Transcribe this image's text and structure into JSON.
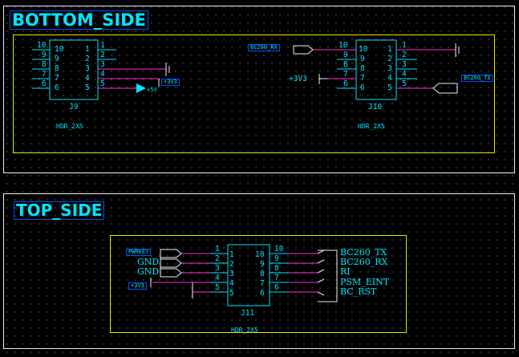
{
  "sheets": {
    "bottom": {
      "title": "BOTTOM_SIDE"
    },
    "top": {
      "title": "TOP_SIDE"
    }
  },
  "components": {
    "j9": {
      "ref": "J9",
      "value": "HDR_2X5",
      "left_pins": [
        "10",
        "9",
        "8",
        "7",
        "6"
      ],
      "right_pins": [
        "1",
        "2",
        "3",
        "4",
        "5"
      ],
      "inner_left": [
        "10",
        "9",
        "8",
        "7",
        "6"
      ],
      "inner_right": [
        "1",
        "2",
        "3",
        "4",
        "5"
      ]
    },
    "j10": {
      "ref": "J10",
      "value": "HDR_2X5",
      "left_pins": [
        "10",
        "9",
        "8",
        "7",
        "6"
      ],
      "right_pins": [
        "1",
        "2",
        "3",
        "4",
        "5"
      ],
      "inner_left": [
        "10",
        "9",
        "8",
        "7",
        "6"
      ],
      "inner_right": [
        "1",
        "2",
        "3",
        "4",
        "5"
      ]
    },
    "j11": {
      "ref": "J11",
      "value": "HDR_2X5",
      "left_pins": [
        "1",
        "2",
        "3",
        "4",
        "5"
      ],
      "right_pins": [
        "10",
        "9",
        "8",
        "7",
        "6"
      ],
      "inner_left": [
        "1",
        "2",
        "3",
        "4",
        "5"
      ],
      "inner_right": [
        "10",
        "9",
        "8",
        "7",
        "6"
      ]
    }
  },
  "power": {
    "j9_3v3": "+3V3",
    "j9_5v": "+5V",
    "j10_3v3": "+3V3",
    "j11_3v3": "+3V3"
  },
  "net_labels": {
    "bc260_rx_port": "BC260_RX",
    "bc260_tx_port": "BC260_TX",
    "pwrkey": "PWRKEY",
    "gnd1": "GND",
    "gnd2": "GND",
    "j11_right": [
      "BC260_TX",
      "BC260_RX",
      "RI",
      "PSM_EINT",
      "BC_RST"
    ]
  },
  "colors": {
    "background": "#000000",
    "sheet_border": "#ffffff",
    "region_border": "#e6e600",
    "component": "#00e5ff",
    "wire": "#ff2fd2",
    "label_box": "#0050ff"
  }
}
